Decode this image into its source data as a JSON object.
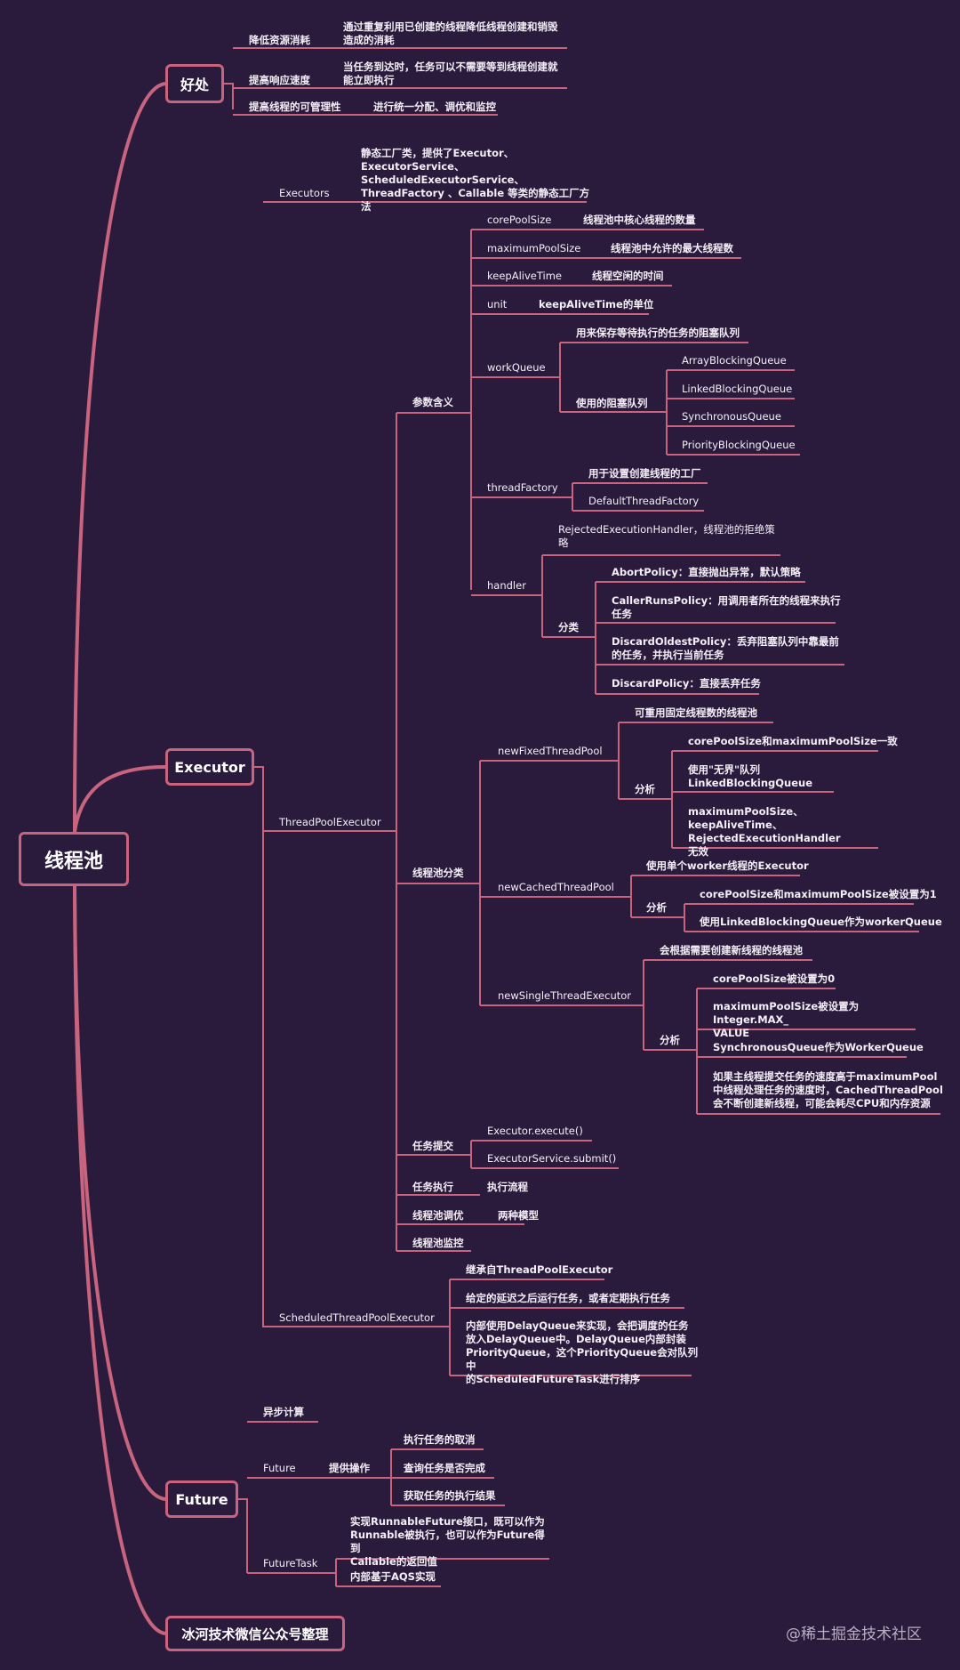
{
  "root": "线程池",
  "branches": {
    "benefits": "好处",
    "executor": "Executor",
    "future": "Future",
    "credit": "冰河技术微信公众号整理"
  },
  "nodes": {
    "b1": "降低资源消耗",
    "b1d": "通过重复利用已创建的线程降低线程创建和销毁造成的消耗",
    "b2": "提高响应速度",
    "b2d": "当任务到达时，任务可以不需要等到线程创建就能立即执行",
    "b3": "提高线程的可管理性",
    "b3d": "进行统一分配、调优和监控",
    "executors": "Executors",
    "executors_d": "静态工厂类，提供了Executor、\nExecutorService、\nScheduledExecutorService、\nThreadFactory 、Callable 等类的静态工厂方法",
    "tpe": "ThreadPoolExecutor",
    "params": "参数含义",
    "core": "corePoolSize",
    "core_d": "线程池中核心线程的数量",
    "max": "maximumPoolSize",
    "max_d": "线程池中允许的最大线程数",
    "keep": "keepAliveTime",
    "keep_d": "线程空闲的时间",
    "unit": "unit",
    "unit_d": "keepAliveTime的单位",
    "wq": "workQueue",
    "wq_d": "用来保存等待执行的任务的阻塞队列",
    "wq_used": "使用的阻塞队列",
    "q1": "ArrayBlockingQueue",
    "q2": "LinkedBlockingQueue",
    "q3": "SynchronousQueue",
    "q4": "PriorityBlockingQueue",
    "tf": "threadFactory",
    "tf_d1": "用于设置创建线程的工厂",
    "tf_d2": "DefaultThreadFactory",
    "handler": "handler",
    "handler_d": "RejectedExecutionHandler，线程池的拒绝策\n略",
    "h_cat": "分类",
    "h1": "AbortPolicy：直接抛出异常，默认策略",
    "h2": "CallerRunsPolicy：用调用者所在的线程来执行\n任务",
    "h3": "DiscardOldestPolicy：丢弃阻塞队列中靠最前\n的任务，并执行当前任务",
    "h4": "DiscardPolicy：直接丢弃任务",
    "types": "线程池分类",
    "fixed": "newFixedThreadPool",
    "fixed_d": "可重用固定线程数的线程池",
    "fixed_a": "分析",
    "fixed_a1": "corePoolSize和maximumPoolSize一致",
    "fixed_a2": "使用\"无界\"队列\nLinkedBlockingQueue",
    "fixed_a3": "maximumPoolSize、keepAliveTime、\nRejectedExecutionHandler\n无效",
    "cached": "newCachedThreadPool",
    "cached_d": "使用单个worker线程的Executor",
    "cached_a": "分析",
    "cached_a1": "corePoolSize和maximumPoolSize被设置为1",
    "cached_a2": "使用LinkedBlockingQueue作为workerQueue",
    "single": "newSingleThreadExecutor",
    "single_d": "会根据需要创建新线程的线程池",
    "single_a": "分析",
    "single_a1": "corePoolSize被设置为0",
    "single_a2": "maximumPoolSize被设置为Integer.MAX_\nVALUE",
    "single_a3": "SynchronousQueue作为WorkerQueue",
    "single_a4": "如果主线程提交任务的速度高于maximumPool\n中线程处理任务的速度时，CachedThreadPool\n会不断创建新线程，可能会耗尽CPU和内存资源",
    "submit": "任务提交",
    "submit1": "Executor.execute()",
    "submit2": "ExecutorService.submit()",
    "exec": "任务执行",
    "exec_d": "执行流程",
    "tune": "线程池调优",
    "tune_d": "两种模型",
    "monitor": "线程池监控",
    "stpe": "ScheduledThreadPoolExecutor",
    "stpe1": "继承自ThreadPoolExecutor",
    "stpe2": "给定的延迟之后运行任务，或者定期执行任务",
    "stpe3": "内部使用DelayQueue来实现，会把调度的任务\n放入DelayQueue中。DelayQueue内部封装\nPriorityQueue，这个PriorityQueue会对队列中\n的ScheduledFutureTask进行排序",
    "async": "异步计算",
    "fut": "Future",
    "fut_ops": "提供操作",
    "fut1": "执行任务的取消",
    "fut2": "查询任务是否完成",
    "fut3": "获取任务的执行结果",
    "ft": "FutureTask",
    "ft1": "实现RunnableFuture接口，既可以作为\nRunnable被执行，也可以作为Future得到\nCallable的返回值",
    "ft2": "内部基于AQS实现"
  },
  "watermark": "@稀土掘金技术社区",
  "colors": {
    "background": "#2a1b3d",
    "line": "#c8647e",
    "text": "#f4eef6"
  }
}
